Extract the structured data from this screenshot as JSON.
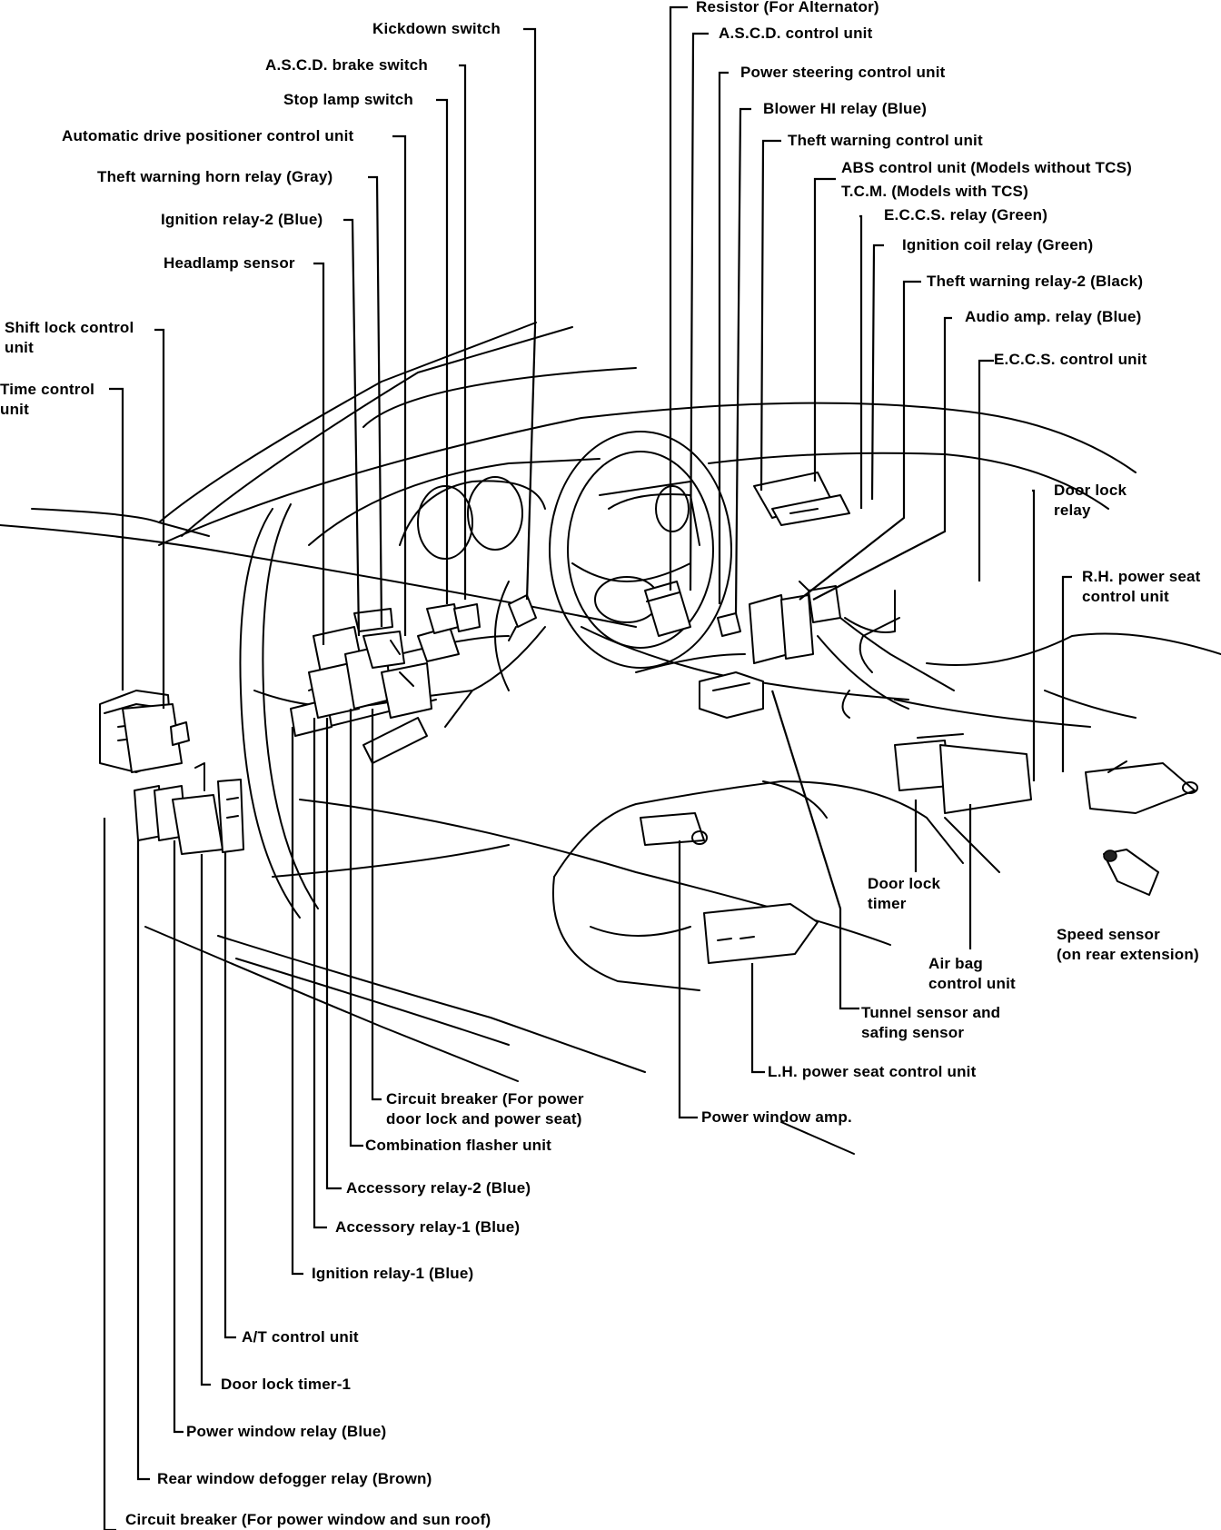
{
  "labels": {
    "kickdown_switch": "Kickdown switch",
    "ascd_brake_switch": "A.S.C.D. brake switch",
    "stop_lamp_switch": "Stop lamp switch",
    "adp_control_unit": "Automatic drive positioner control unit",
    "theft_horn_relay": "Theft warning horn relay (Gray)",
    "ignition_relay_2": "Ignition relay-2 (Blue)",
    "headlamp_sensor": "Headlamp sensor",
    "shift_lock_control_unit": "Shift lock control\nunit",
    "time_control_unit": "Time control\nunit",
    "resistor": "Resistor (For Alternator)",
    "ascd_control_unit": "A.S.C.D. control unit",
    "power_steering_control_unit": "Power steering control unit",
    "blower_hi_relay": "Blower HI relay (Blue)",
    "theft_warning_control_unit": "Theft warning control unit",
    "abs_control_unit": "ABS control unit (Models without TCS)",
    "tcm": "T.C.M. (Models with TCS)",
    "eccs_relay": "E.C.C.S. relay (Green)",
    "ignition_coil_relay": "Ignition coil relay (Green)",
    "theft_warning_relay_2": "Theft warning relay-2 (Black)",
    "audio_amp_relay": "Audio amp. relay (Blue)",
    "eccs_control_unit": "E.C.C.S. control unit",
    "door_lock_relay": "Door lock\nrelay",
    "rh_power_seat": "R.H. power seat\ncontrol unit",
    "door_lock_timer": "Door lock\ntimer",
    "speed_sensor": "Speed sensor\n(on rear extension)",
    "air_bag_control_unit": "Air bag\ncontrol unit",
    "tunnel_sensor": "Tunnel sensor and\nsafing sensor",
    "lh_power_seat": "L.H. power seat control unit",
    "power_window_amp": "Power window amp.",
    "circuit_breaker_door": "Circuit breaker (For power\ndoor lock and power seat)",
    "combination_flasher": "Combination flasher unit",
    "accessory_relay_2": "Accessory relay-2 (Blue)",
    "accessory_relay_1": "Accessory relay-1 (Blue)",
    "ignition_relay_1": "Ignition relay-1 (Blue)",
    "at_control_unit": "A/T control unit",
    "door_lock_timer_1": "Door lock timer-1",
    "power_window_relay": "Power window relay (Blue)",
    "rear_defogger_relay": "Rear window defogger relay (Brown)",
    "circuit_breaker_window": "Circuit breaker (For power window and sun roof)"
  }
}
